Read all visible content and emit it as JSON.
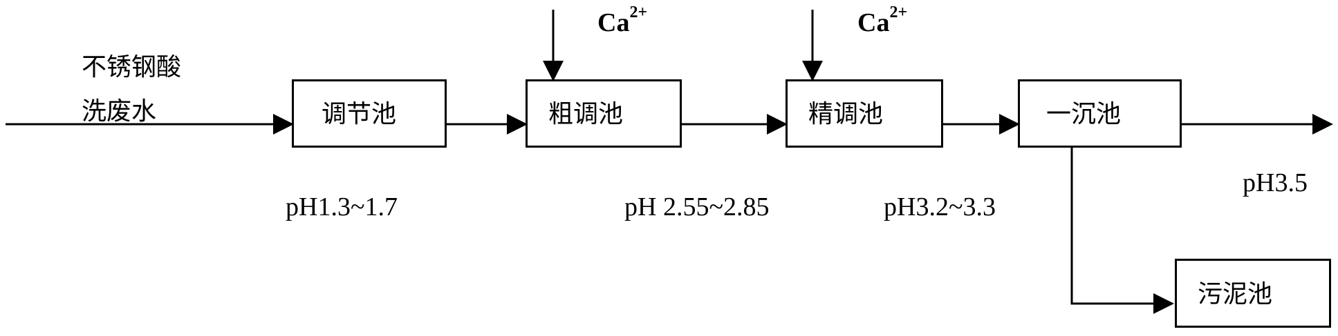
{
  "input_label": {
    "line1": "不锈钢酸",
    "line2": "洗废水"
  },
  "boxes": {
    "adjust_tank": "调节池",
    "coarse_tank": "粗调池",
    "fine_tank": "精调池",
    "primary_settling": "一沉池",
    "sludge_tank": "污泥池"
  },
  "dosing": [
    {
      "ion": "Ca",
      "charge": "2+"
    },
    {
      "ion": "Ca",
      "charge": "2+"
    }
  ],
  "ph_labels": {
    "after_adjust": "pH1.3~1.7",
    "after_coarse": "pH 2.55~2.85",
    "after_fine": "pH3.2~3.3",
    "outlet": "pH3.5"
  }
}
